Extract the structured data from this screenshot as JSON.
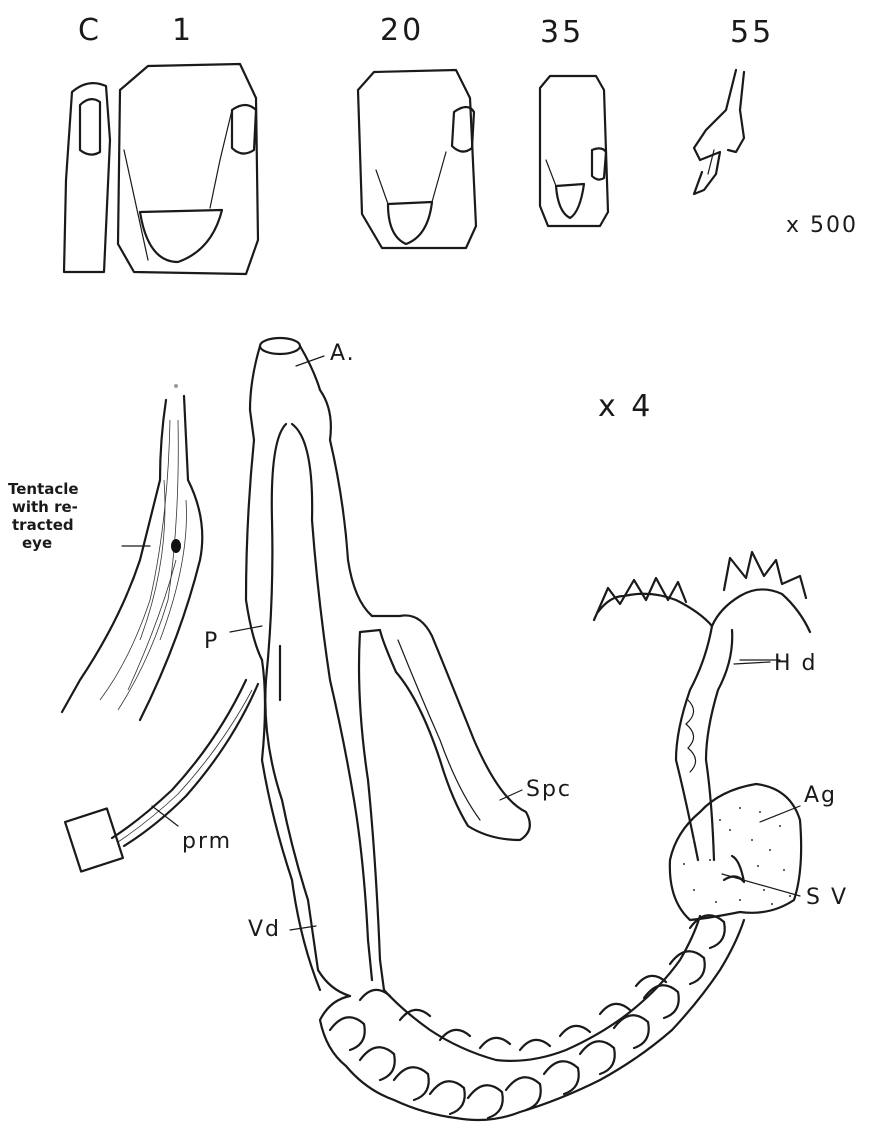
{
  "tooth_series": {
    "labels": [
      "C",
      "1",
      "20",
      "35",
      "55"
    ],
    "magnification": "x 500"
  },
  "reproductive_system": {
    "magnification": "x 4",
    "labels": {
      "atrium": "A.",
      "penis": "P",
      "penial_retractor": "prm",
      "spermatheca": "Spc",
      "vas_deferens": "Vd",
      "hermaphrodite_duct": "H d",
      "albumen_gland": "Ag",
      "seminal_vesicle": "S V"
    },
    "tentacle_caption": [
      "Tentacle",
      "with re-",
      "tracted",
      "eye"
    ]
  }
}
